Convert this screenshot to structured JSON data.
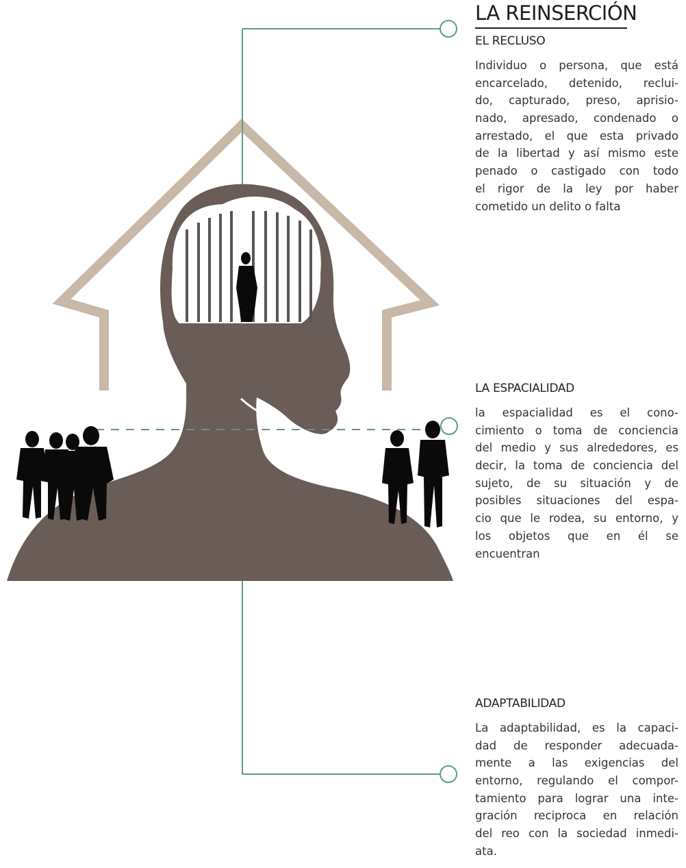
{
  "title": "LA REINSERCIÓN",
  "colors": {
    "connector": "#5d9b86",
    "dash": "#6a8b96",
    "house": "#c7b8a8",
    "silhouette": "#6a5c57",
    "figures": "#0a0a0a",
    "text": "#333333"
  },
  "sections": [
    {
      "heading": "EL RECLUSO",
      "lines": [
        "Individuo o persona, que está",
        "encarcelado, detenido, reclui-",
        "do, capturado, preso, aprisio-",
        "nado, apresado, condenado o",
        "arrestado, el que esta privado",
        "de la libertad y así mismo este",
        "penado o castigado con todo",
        "el rigor de la ley por haber",
        "cometido un delito o falta"
      ]
    },
    {
      "heading": "LA ESPACIALIDAD",
      "lines": [
        "la espacialidad es el cono-",
        "cimiento o toma de conciencia",
        "del medio y sus alrededores, es",
        "decir, la toma de conciencia del",
        "sujeto, de su situación y de",
        "posibles situaciones del espa-",
        "cio que le rodea, su entorno, y",
        "los objetos que en él se",
        "encuentran"
      ]
    },
    {
      "heading": "ADAPTABILIDAD",
      "lines": [
        "La adaptabilidad, es la capaci-",
        "dad de responder adecuada-",
        "mente a las exigencias del",
        "entorno, regulando el compor-",
        "tamiento para lograr una inte-",
        "gración reciproca en relación",
        "del reo con la sociedad inmedi-",
        "ata."
      ]
    }
  ]
}
